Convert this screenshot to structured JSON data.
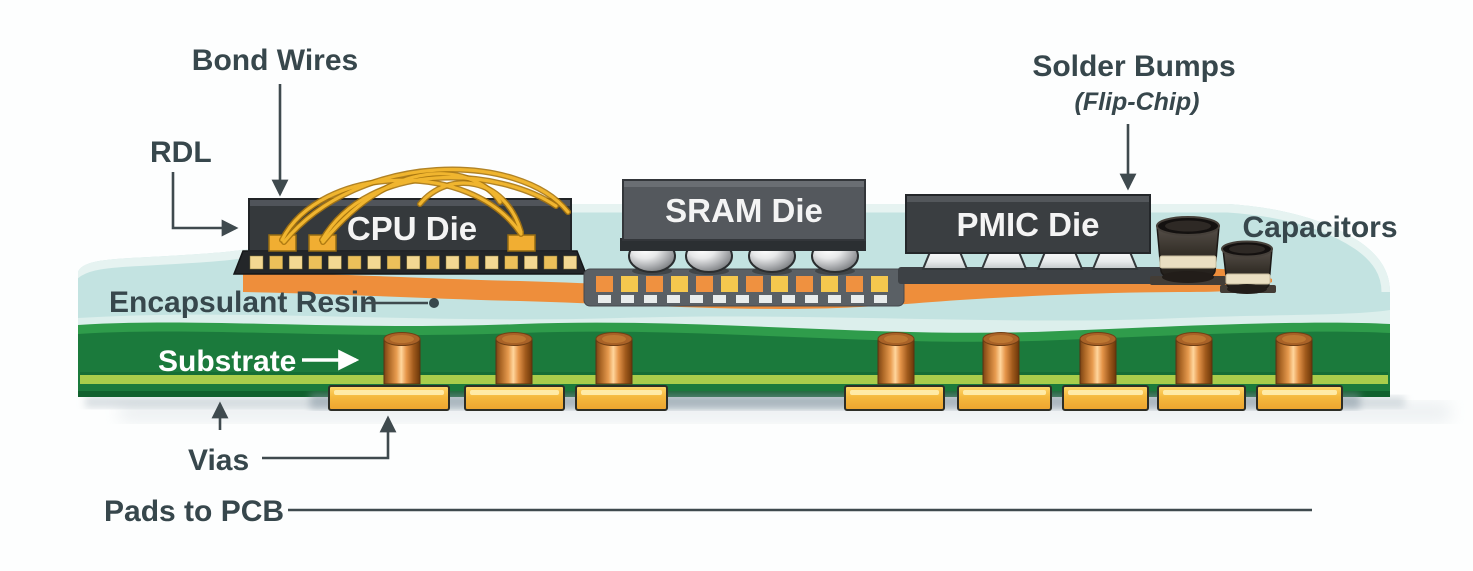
{
  "diagram": {
    "labels": {
      "bond_wires": "Bond Wires",
      "rdl": "RDL",
      "solder_bumps": "Solder Bumps",
      "solder_bumps_note": "(Flip-Chip)",
      "capacitors": "Capacitors",
      "encapsulant_resin": "Encapsulant Resin",
      "substrate": "Substrate",
      "vias": "Vias",
      "pads_to_pcb": "Pads to PCB"
    },
    "dies": {
      "cpu": "CPU Die",
      "sram": "SRAM Die",
      "pmic": "PMIC Die"
    },
    "counts": {
      "vias": 8,
      "bottom_pads": 8,
      "sram_solder_balls": 4,
      "pmic_solder_bumps": 4,
      "capacitors": 2,
      "cpu_bond_wires": 5,
      "cpu_rdl_pads": 17
    },
    "colors": {
      "substrate_green": "#1b7a3c",
      "substrate_stripe": "#a9cd4b",
      "encapsulant_blue": "#c3e3e1",
      "rdl_orange": "#ee8e3b",
      "copper_via": "#c87f3a",
      "gold_pad": "#f3b33c",
      "die_gray": "#3a3e41",
      "bond_wire_gold": "#f0b52f",
      "label_text": "#37474c"
    }
  }
}
